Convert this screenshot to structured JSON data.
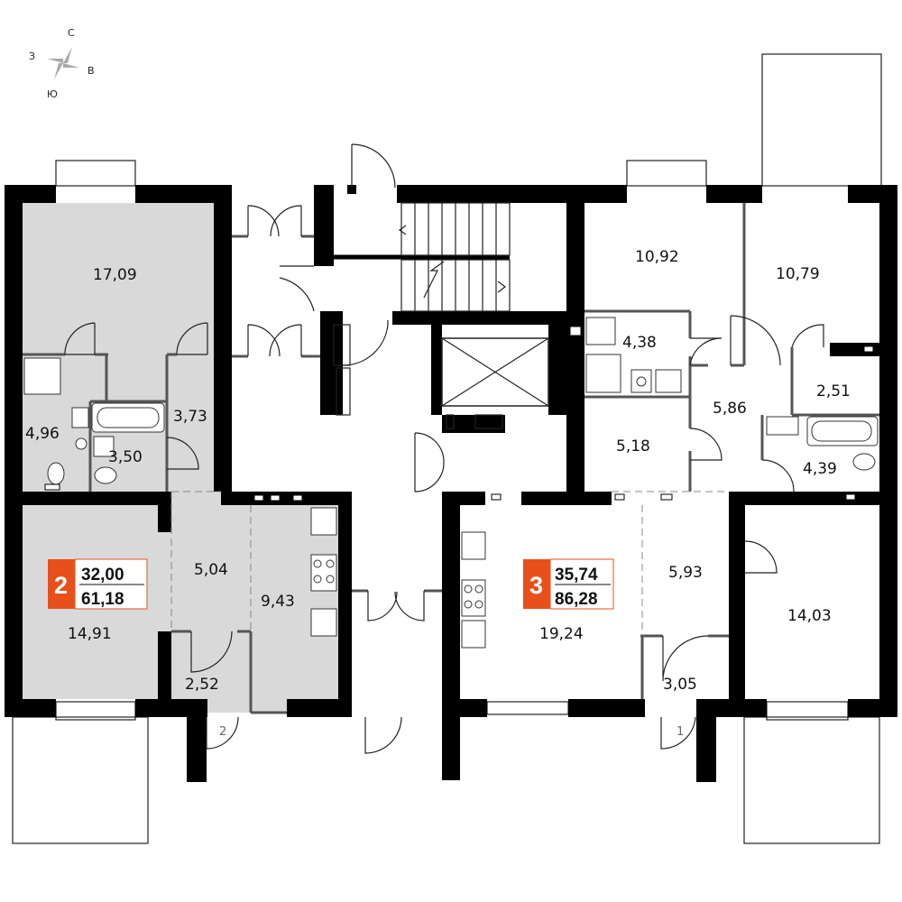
{
  "compass": {
    "north": "С",
    "west": "З",
    "east": "В",
    "south": "Ю"
  },
  "apartments": [
    {
      "number": "2",
      "living_area": "32,00",
      "total_area": "61,18",
      "badge_color": "#e8501b"
    },
    {
      "number": "3",
      "living_area": "35,74",
      "total_area": "86,28",
      "badge_color": "#e8501b"
    }
  ],
  "rooms": {
    "r1709": "17,09",
    "r496": "4,96",
    "r350": "3,50",
    "r373": "3,73",
    "r1491": "14,91",
    "r504": "5,04",
    "r943": "9,43",
    "r252": "2,52",
    "r1092": "10,92",
    "r1079": "10,79",
    "r438": "4,38",
    "r251": "2,51",
    "r586": "5,86",
    "r518": "5,18",
    "r439": "4,39",
    "r593": "5,93",
    "r1924": "19,24",
    "r1403": "14,03",
    "r305": "3,05"
  },
  "entrances": {
    "left": "2",
    "right": "1"
  },
  "colors": {
    "shaded_room": "#d9d9d9",
    "wall": "#000000"
  }
}
